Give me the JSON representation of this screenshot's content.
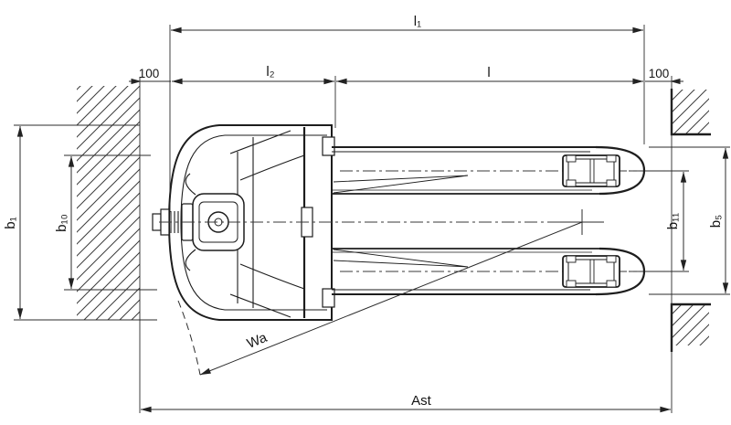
{
  "diagram": {
    "labels": {
      "overall_length": "l₁",
      "head_length": "l₂",
      "fork_length": "l",
      "clearance_left": "100",
      "clearance_right": "100",
      "overall_width": "b₁",
      "track_width_front": "b₁₀",
      "track_width_rear": "b₁₁",
      "fork_outer_width": "b₅",
      "turning_radius": "Wa",
      "aisle_width": "Ast"
    },
    "colors": {
      "line": "#222222",
      "background": "#ffffff"
    }
  }
}
